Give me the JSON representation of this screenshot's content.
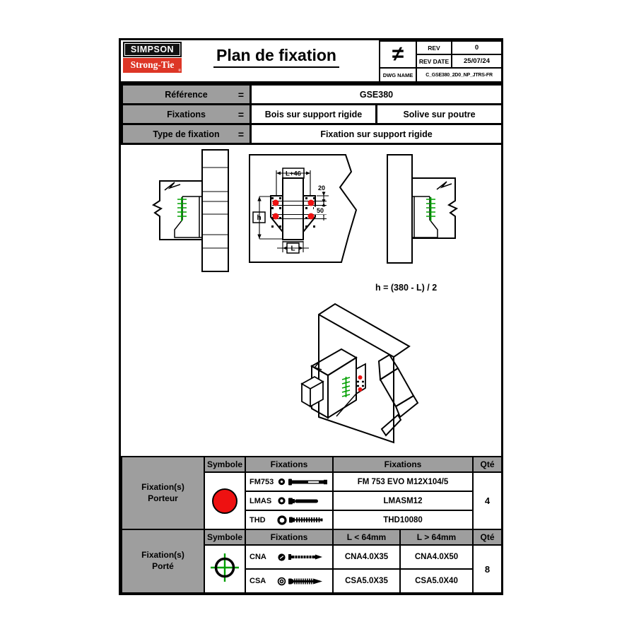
{
  "header": {
    "logo_line1": "SIMPSON",
    "logo_line2": "Strong-Tie",
    "reg_mark": "®",
    "title": "Plan de fixation",
    "symbol": "≠",
    "rev_label": "REV",
    "rev_value": "0",
    "rev_date_label": "REV DATE",
    "rev_date_value": "25/07/24",
    "dwg_label": "DWG NAME",
    "dwg_value": "C_GSE380_2D0_NP_JTRS-FR"
  },
  "info": {
    "equals": "=",
    "rows": [
      {
        "label": "Référence",
        "values": [
          "GSE380"
        ]
      },
      {
        "label": "Fixations",
        "values": [
          "Bois sur support rigide",
          "Solive sur poutre"
        ]
      },
      {
        "label": "Type de fixation",
        "values": [
          "Fixation sur support rigide"
        ]
      }
    ]
  },
  "drawing": {
    "dim_width_top": "L+46",
    "dim_offset_top": "20",
    "dim_spacing": "50",
    "dim_height": "h",
    "dim_width_bottom": "L",
    "formula": "h = (380 - L) / 2",
    "colors": {
      "fastener_green": "#00A000",
      "bolt_red": "#EE1111"
    }
  },
  "porteur_table": {
    "label_line1": "Fixation(s)",
    "label_line2": "Porteur",
    "headers": [
      "Symbole",
      "Fixations",
      "Fixations",
      "Qté"
    ],
    "rows": [
      {
        "code": "FM753",
        "name": "FM 753 EVO M12X104/5"
      },
      {
        "code": "LMAS",
        "name": "LMASM12"
      },
      {
        "code": "THD",
        "name": "THD10080"
      }
    ],
    "qty": "4"
  },
  "porte_table": {
    "label_line1": "Fixation(s)",
    "label_line2": "Porté",
    "headers": [
      "Symbole",
      "Fixations",
      "L < 64mm",
      "L > 64mm",
      "Qté"
    ],
    "rows": [
      {
        "code": "CNA",
        "short": "CNA4.0X35",
        "long": "CNA4.0X50"
      },
      {
        "code": "CSA",
        "short": "CSA5.0X35",
        "long": "CSA5.0X40"
      }
    ],
    "qty": "8"
  }
}
